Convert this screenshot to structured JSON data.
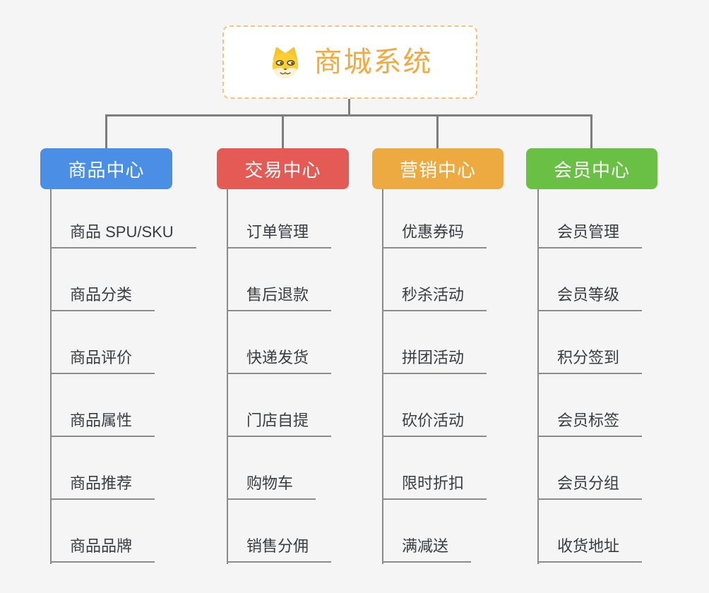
{
  "root": {
    "title": "商城系统",
    "icon": "shiba-dog-icon"
  },
  "branches": [
    {
      "label": "商品中心",
      "color": "#4a8ee6",
      "items": [
        "商品 SPU/SKU",
        "商品分类",
        "商品评价",
        "商品属性",
        "商品推荐",
        "商品品牌"
      ]
    },
    {
      "label": "交易中心",
      "color": "#e45b56",
      "items": [
        "订单管理",
        "售后退款",
        "快递发货",
        "门店自提",
        "购物车",
        "销售分佣"
      ]
    },
    {
      "label": "营销中心",
      "color": "#ecaa41",
      "items": [
        "优惠券码",
        "秒杀活动",
        "拼团活动",
        "砍价活动",
        "限时折扣",
        "满减送"
      ]
    },
    {
      "label": "会员中心",
      "color": "#6abf45",
      "items": [
        "会员管理",
        "会员等级",
        "积分签到",
        "会员标签",
        "会员分组",
        "收货地址"
      ]
    }
  ],
  "colors": {
    "background": "#f5f5f5",
    "connector": "#7d7d7d",
    "leaf_line": "#8c8c8c",
    "leaf_text": "#383d42",
    "root_border": "#f6c278",
    "root_title": "#f2a93f"
  }
}
